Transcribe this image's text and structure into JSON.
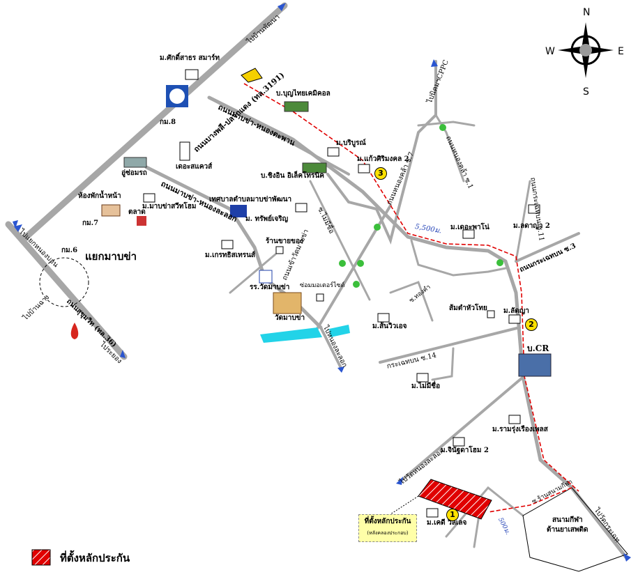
{
  "compass": {
    "n": "N",
    "s": "S",
    "e": "E",
    "w": "W"
  },
  "roads": {
    "main_road": "ถนนบางพลี-ปลวกแดง (ทล.3191)",
    "to_ban_phaipattana": "ไปบ้านพัฒนา",
    "road_makha_nongtapan": "ถนนมาบข่า-หนองตะพาน",
    "road_makha_nonglaknan": "ถนนมาบข่า-หนองละลอก",
    "road_sukhumvit": "ถนนสุขุมวิท (ทล.36)",
    "to_rayong": "ไประยอง",
    "to_banchang": "ไปบ้านฉาง",
    "to_chonburi": "ไปแยกหนองบอน",
    "to_cppc": "ไปนิคมฯCPPC",
    "road_nongkhla7": "ถนนหนองคล้า ซ.7",
    "road_nongkhla1": "ถนนหนองคล้า ซ.1",
    "road_krachet11": "ถนนกระเฉทบน ซ.11",
    "road_krachet3": "ถนนกระเฉทบน ซ.3",
    "road_krachet14": "กระเฉทบน ซ.14",
    "road_lakthai": "ถนนเข้าวัดมาบข่า",
    "to_nong_lak_nan": "ไปหนองละลอก",
    "to_wat_nong_lak_nan": "ไปวัดหนองละลอก",
    "to_wat_krachet": "ไปวัดกระเฉท",
    "soi_no_name": "ซ.ไม่มีชื่อ",
    "soi_thong_kham": "ซ.ทองคำ",
    "soi_sanamkila": "ซ.ร้านสนามกีฬา"
  },
  "places": {
    "smart": "ม.ศักดิ์สาธร สมาร์ท",
    "boonchai": "บ.บุญไทยเคมิคอล",
    "km8": "กม.8",
    "paradise": "เดอะสแควส์",
    "roocar": "อู่ซ่อมรถ",
    "water_room": "ห้องพักน้ำหน้า",
    "makha_villa": "ม.มาบข่าสวีทโฮม",
    "market": "ตลาด",
    "km7": "กม.7",
    "km6": "กม.6",
    "junction": "แยกมาบข่า",
    "municipality": "เทศบาลตำบลมาบข่าพัฒนา",
    "thongcharoen": "ม. ทรัพย์เจริญ",
    "green_home": "ม.เกรทธิสเทรนส์",
    "shop": "ร้านขายของ",
    "school": "รร.วัดมาบข่า",
    "repair": "ซ่อมมอเตอร์ไซด์",
    "temple": "วัดมาบข่า",
    "borirak": "ม.บริบูรณ์",
    "kaew": "ม.แก้วศิริมงคล 2",
    "jiang": "บ.ชิงอิน อิเล็คโทรนิค",
    "thepanai": "ม.เดอะพาโน่",
    "lakkhana": "ม.ลดาญา 2",
    "landu": "ม.ลัดญา",
    "somdang": "ส้มตำหัวโทย",
    "sanwong": "ม.ส้นวิวเอจ",
    "cr": "บ.CR",
    "nameless": "ม.ไม่มีชื่อ",
    "ramrung": "ม.รามรุ่งเรืองเพลส",
    "jinda": "ม.จินัฐดาโฮม 2",
    "kedi": "ม.เคดี วิลเลจ",
    "stadium": "สนามกีฬา",
    "stadium2": "ต้านยาเสพติด"
  },
  "distances": {
    "d1": "5,500ม.",
    "d2": "500ม."
  },
  "note": {
    "title": "ที่ตั้งหลักประกัน",
    "sub": "(หลังคลองประกอบ)"
  },
  "legend": {
    "label": "ที่ตั้งหลักประกัน"
  },
  "badges": [
    "1",
    "2",
    "3"
  ],
  "colors": {
    "road": "#aaaaaa",
    "route": "#e00000",
    "water": "#22d3e8",
    "collateral": "#e00000"
  }
}
